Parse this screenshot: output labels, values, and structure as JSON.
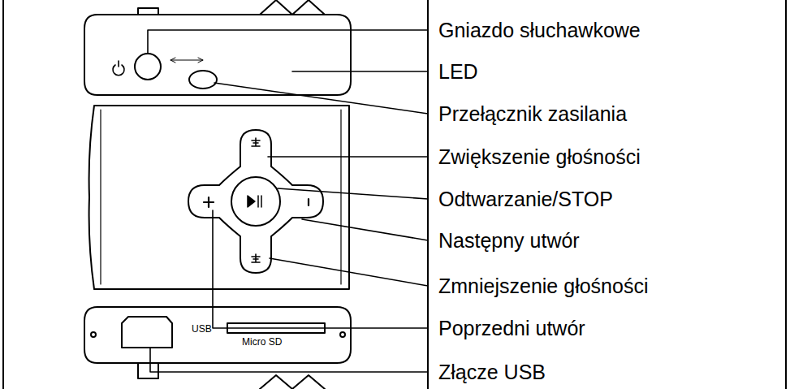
{
  "diagram": {
    "labels": [
      "Gniazdo słuchawkowe",
      "LED",
      "Przełącznik zasilania",
      "Zwiększenie głośności",
      "Odtwarzanie/STOP",
      "Następny utwór",
      "Zmniejszenie głośności",
      "Poprzedni utwór",
      "Złącze USB",
      "USB",
      "Micro SD"
    ]
  }
}
